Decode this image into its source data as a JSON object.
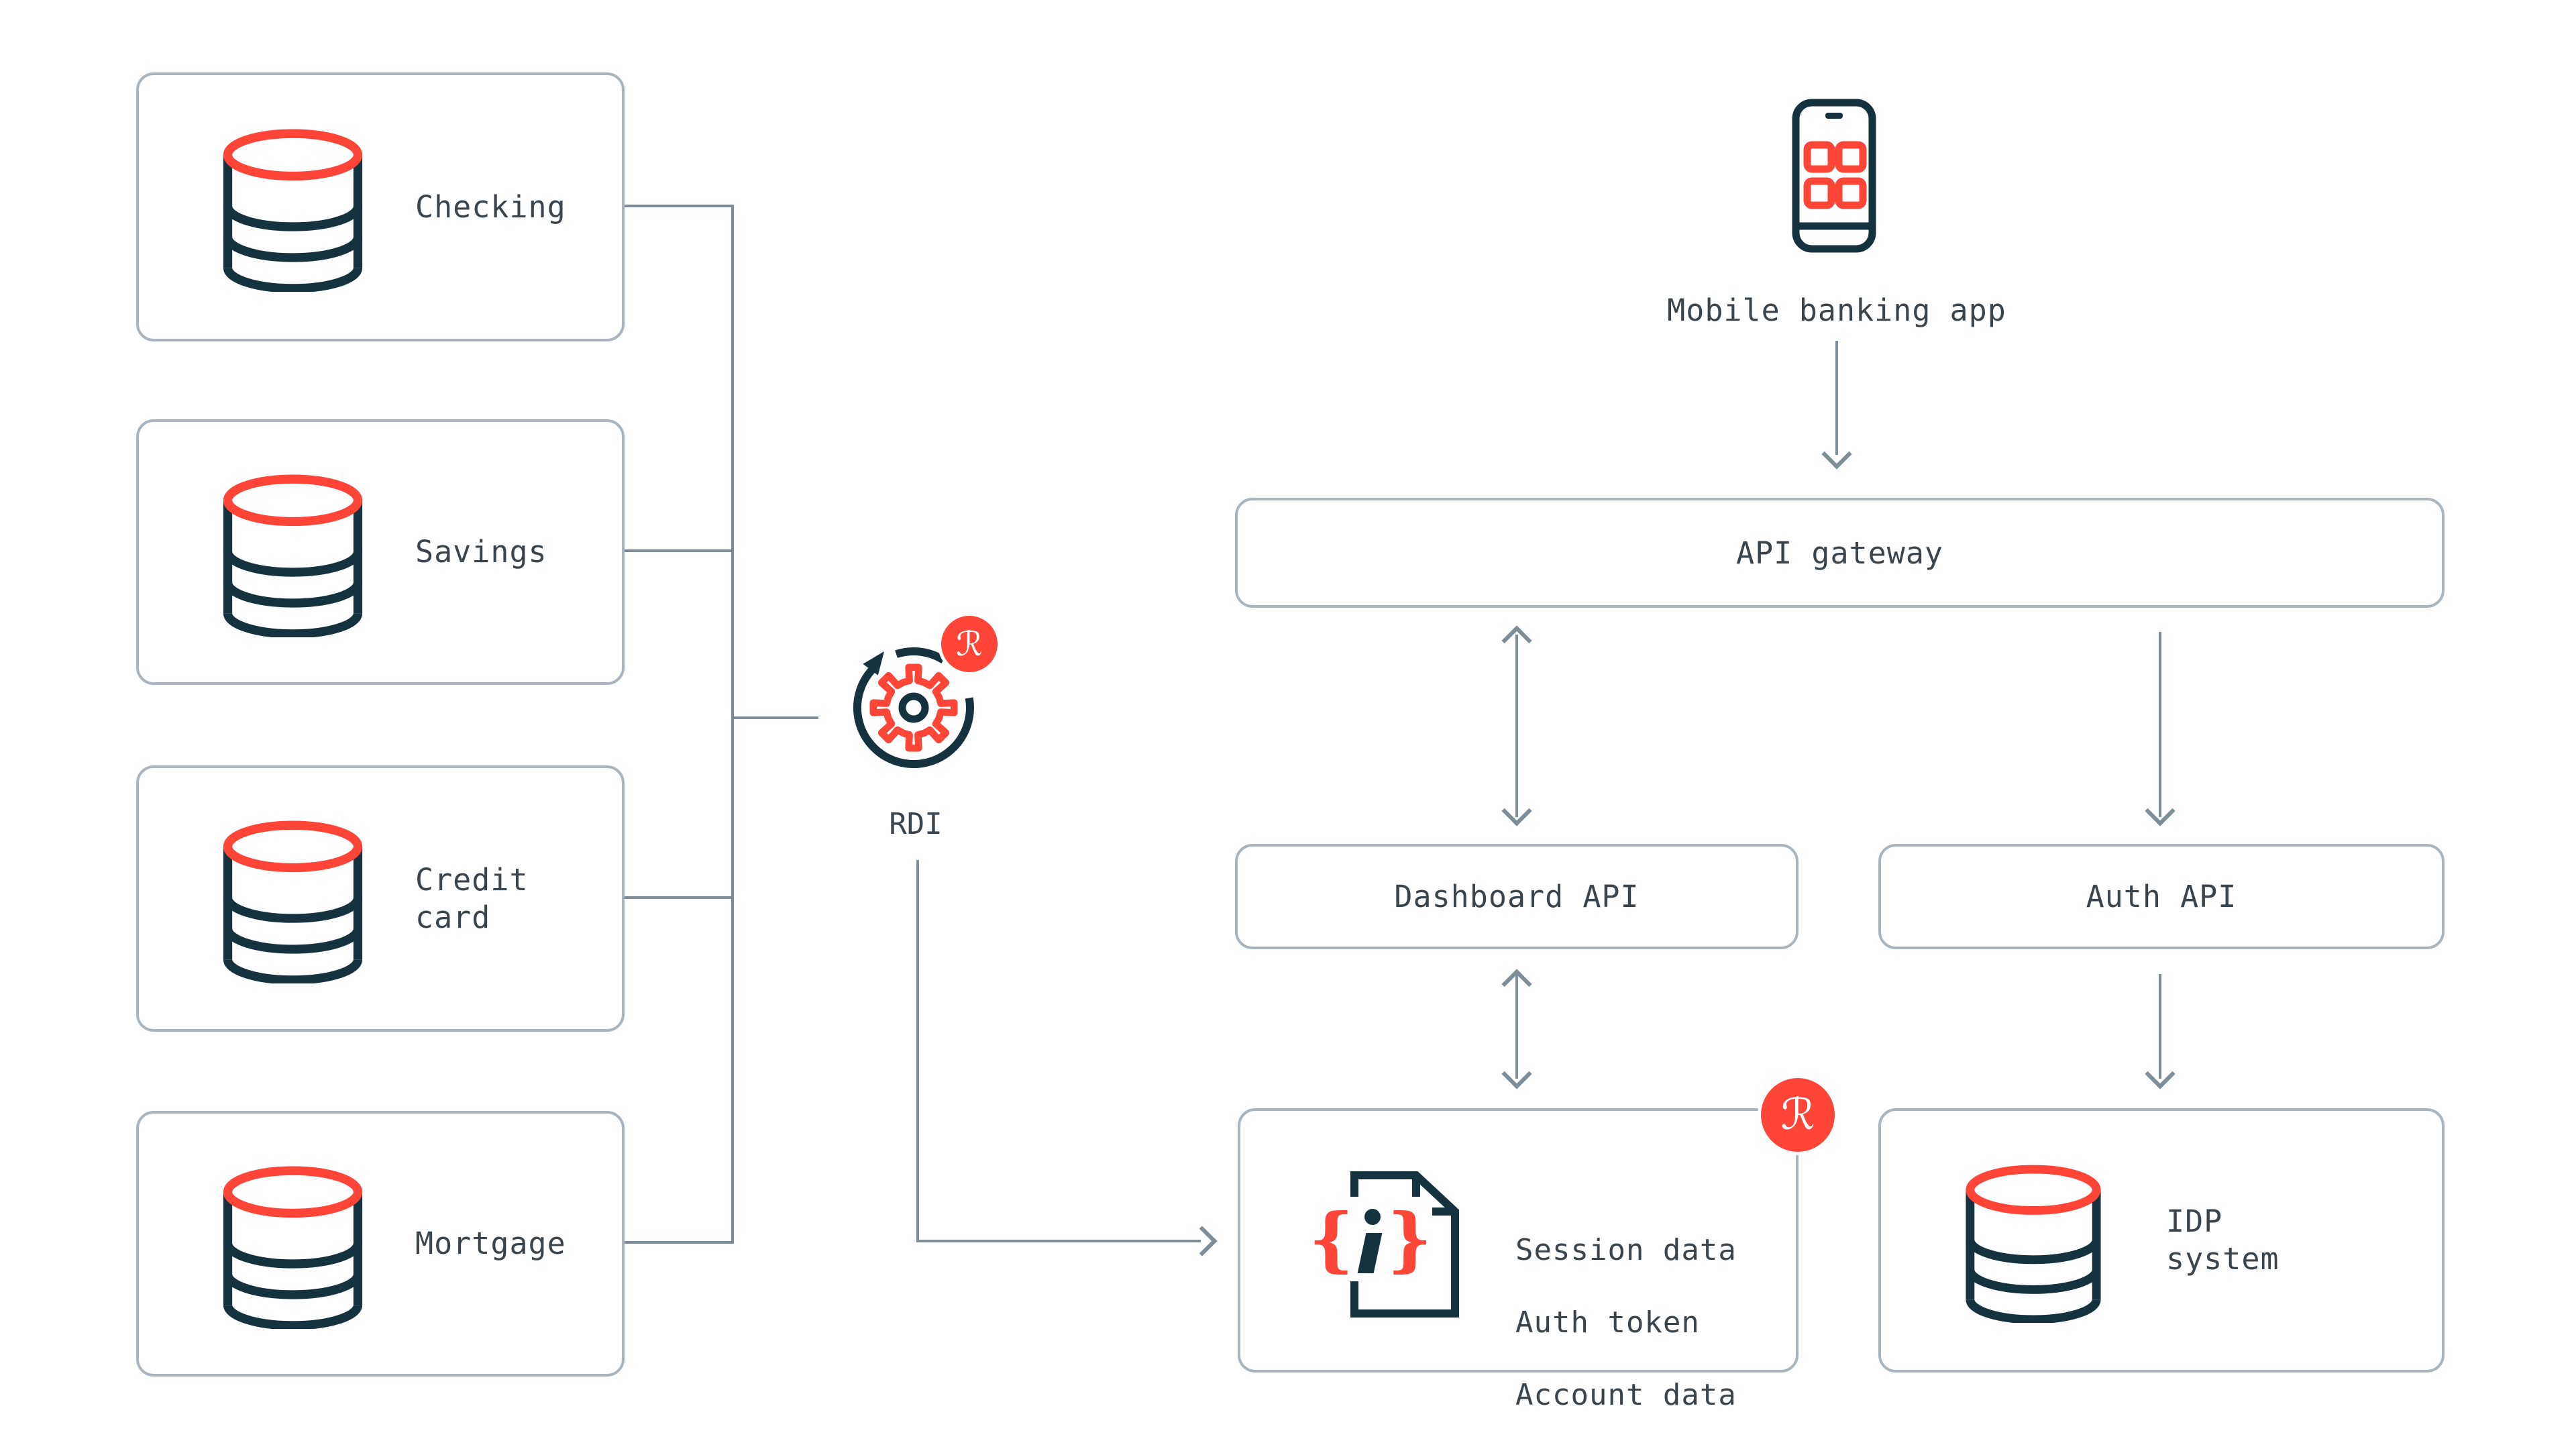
{
  "colors": {
    "navy": "#17323F",
    "red": "#FF4438",
    "connector_gray": "#7E8E99",
    "box_border_gray": "#A9B5BE",
    "label_text": "#3A444C"
  },
  "source_systems": [
    {
      "label": "Checking"
    },
    {
      "label": "Savings"
    },
    {
      "label": "Credit card"
    },
    {
      "label": "Mortgage"
    }
  ],
  "rdi": {
    "label": "RDI"
  },
  "badge": {
    "glyph": "ℛ"
  },
  "mobile": {
    "label": "Mobile banking app"
  },
  "api_gateway": {
    "label": "API gateway"
  },
  "dashboard_api": {
    "label": "Dashboard API"
  },
  "auth_api": {
    "label": "Auth API"
  },
  "session_store": {
    "lines": [
      "Session data",
      "Auth token",
      "Account data"
    ]
  },
  "idp": {
    "label": "IDP system"
  },
  "edges": [
    {
      "from": "Checking",
      "to": "RDI",
      "arrow": "none"
    },
    {
      "from": "Savings",
      "to": "RDI",
      "arrow": "none"
    },
    {
      "from": "Credit card",
      "to": "RDI",
      "arrow": "none"
    },
    {
      "from": "Mortgage",
      "to": "RDI",
      "arrow": "none"
    },
    {
      "from": "RDI",
      "to": "Session store",
      "arrow": "single"
    },
    {
      "from": "Mobile banking app",
      "to": "API gateway",
      "arrow": "single"
    },
    {
      "from": "API gateway",
      "to": "Dashboard API",
      "arrow": "double"
    },
    {
      "from": "API gateway",
      "to": "Auth API",
      "arrow": "single"
    },
    {
      "from": "Dashboard API",
      "to": "Session store",
      "arrow": "double"
    },
    {
      "from": "Auth API",
      "to": "IDP system",
      "arrow": "single"
    }
  ]
}
